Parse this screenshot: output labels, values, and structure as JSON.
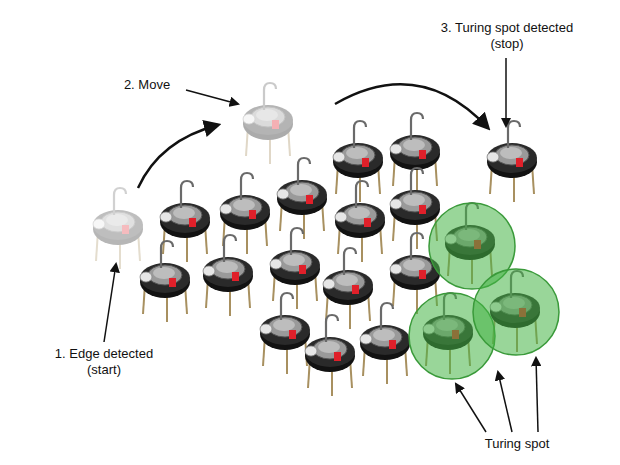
{
  "diagram": {
    "labels": [
      "1. Edge detected (start)",
      "2. Move",
      "3. Turing spot detected (stop)",
      "Turing spot"
    ]
  }
}
